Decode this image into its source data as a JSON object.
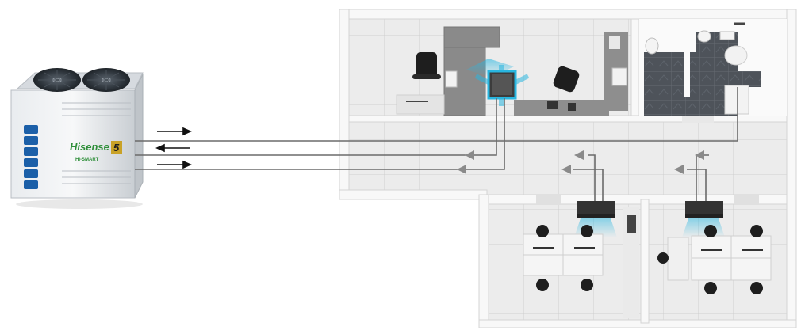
{
  "outdoor_unit": {
    "brand": "Hisense",
    "badge": "5",
    "series": "HI-SMART"
  },
  "colors": {
    "unit_accent": "#1b5fa8",
    "brand_green": "#2f8f3a",
    "cool_air": "#29b6e0",
    "pipe": "#6b6b6b",
    "flow_arrow": "#8a8a8a",
    "floor_tile": "#e9e9e9",
    "wall": "#f7f7f7",
    "restroom_floor": "#555a60"
  },
  "indoor_units": [
    {
      "room": "manager-office",
      "type": "ceiling-cassette"
    },
    {
      "room": "office-room-1",
      "type": "ducted"
    },
    {
      "room": "office-room-2",
      "type": "ducted"
    }
  ]
}
